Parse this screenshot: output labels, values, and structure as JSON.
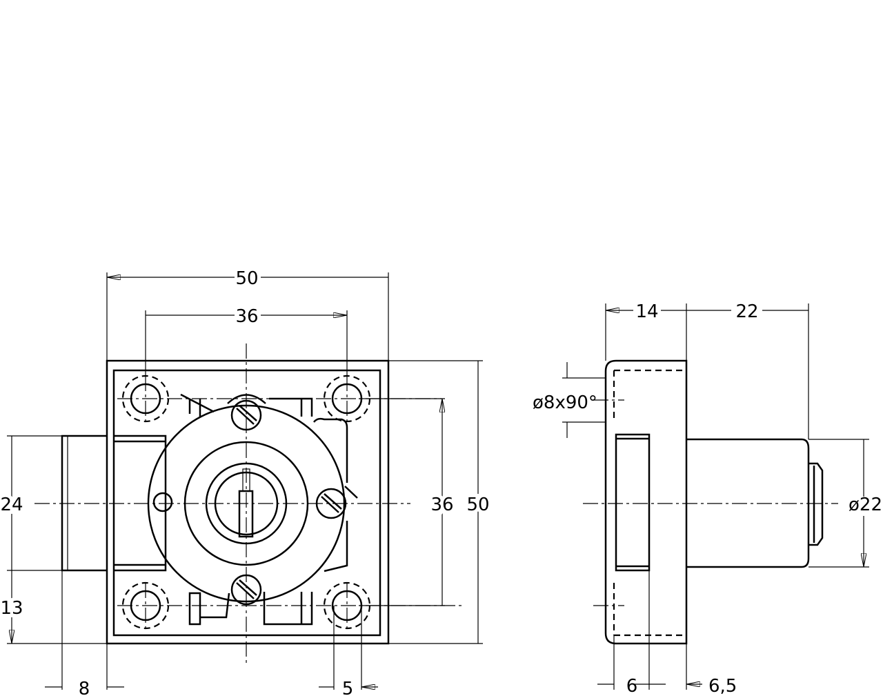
{
  "front_view": {
    "dim_width_outer": "50",
    "dim_holes_horizontal": "36",
    "dim_holes_vertical": "36",
    "dim_height_outer": "50",
    "dim_bolt_height": "24",
    "dim_bolt_offset": "13",
    "dim_bolt_projection": "8",
    "dim_hole_edge": "5"
  },
  "side_view": {
    "dim_flange_depth": "14",
    "dim_cylinder_length": "22",
    "dim_countersink": "ø8x90°",
    "dim_cylinder_diameter": "ø22",
    "dim_bottom_left": "6",
    "dim_bottom_right": "6,5"
  }
}
